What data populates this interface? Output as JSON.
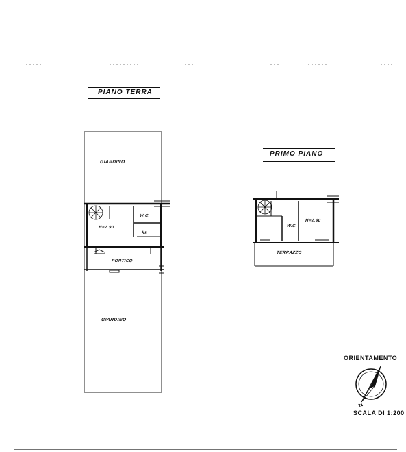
{
  "ground_floor": {
    "title": "PIANO TERRA",
    "garden_top": "GIARDINO",
    "garden_bottom": "GIARDINO",
    "height_label": "H=2.90",
    "wc_label": "W.C.",
    "portico_label": "PORTICO",
    "small_mark": "ht."
  },
  "first_floor": {
    "title": "PRIMO PIANO",
    "height_label": "H=2.90",
    "wc_label": "W.C.",
    "terrace_label": "TERRAZZO"
  },
  "legend": {
    "orientation_label": "ORIENTAMENTO",
    "north_label": "N",
    "scale_label": "SCALA DI 1:200"
  }
}
